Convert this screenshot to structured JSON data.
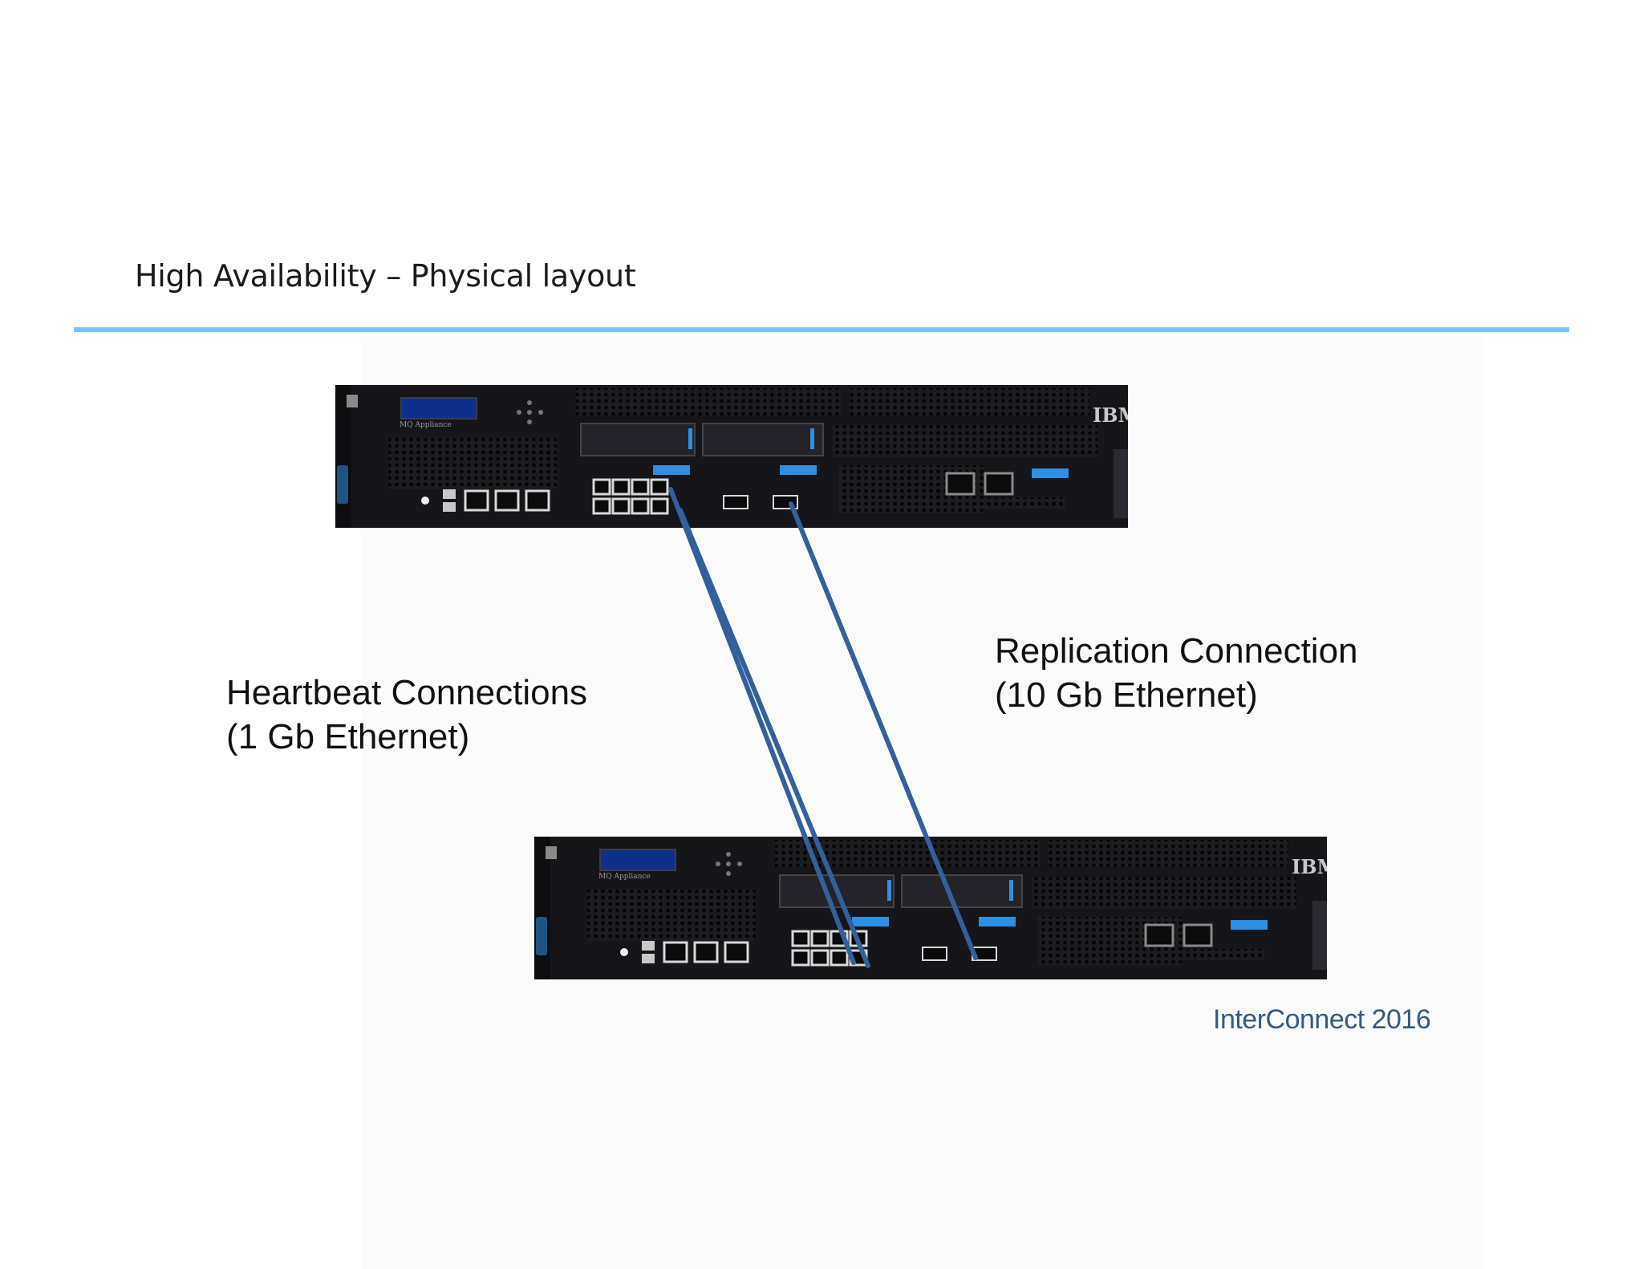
{
  "slide": {
    "title": "High Availability – Physical layout",
    "footer": "InterConnect 2016"
  },
  "appliances": [
    {
      "id": "appliance-1",
      "brand": "IBM",
      "model": "MQ Appliance"
    },
    {
      "id": "appliance-2",
      "brand": "IBM",
      "model": "MQ Appliance"
    }
  ],
  "connections": {
    "heartbeat": {
      "line1": "Heartbeat Connections",
      "line2": "(1 Gb Ethernet)",
      "count": 2
    },
    "replication": {
      "line1": "Replication Connection",
      "line2": "(10 Gb Ethernet)",
      "count": 1
    }
  },
  "colors": {
    "title_rule": "#7cc3f5",
    "cable": "#33609a",
    "chassis": "#15151a",
    "accent_blue": "#2f8fe0",
    "footer_text": "#335a84"
  }
}
